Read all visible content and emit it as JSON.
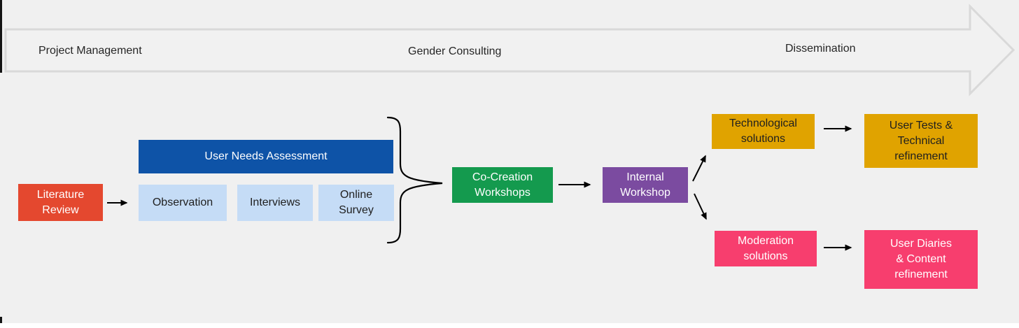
{
  "banner": {
    "phases": [
      "Project Management",
      "Gender Consulting",
      "Dissemination"
    ]
  },
  "flow": {
    "literature_review": "Literature\nReview",
    "user_needs_header": "User Needs Assessment",
    "observation": "Observation",
    "interviews": "Interviews",
    "online_survey": "Online\nSurvey",
    "co_creation_workshops": "Co-Creation\nWorkshops",
    "internal_workshop": "Internal\nWorkshop",
    "technological_solutions": "Technological\nsolutions",
    "user_tests_refinement": "User Tests &\nTechnical\nrefinement",
    "moderation_solutions": "Moderation\nsolutions",
    "user_diaries_refinement": "User Diaries\n& Content\nrefinement"
  },
  "colors": {
    "background": "#F0F0F0",
    "banner_outline": "#D9D9D9",
    "banner_fill": "#F1F1F1",
    "red": "#E4482F",
    "dark_blue": "#0E53A7",
    "light_blue": "#C5DCF6",
    "green": "#149A4E",
    "purple": "#7B4BA0",
    "gold": "#E0A300",
    "pink": "#F73E6E",
    "connector": "#000000"
  }
}
